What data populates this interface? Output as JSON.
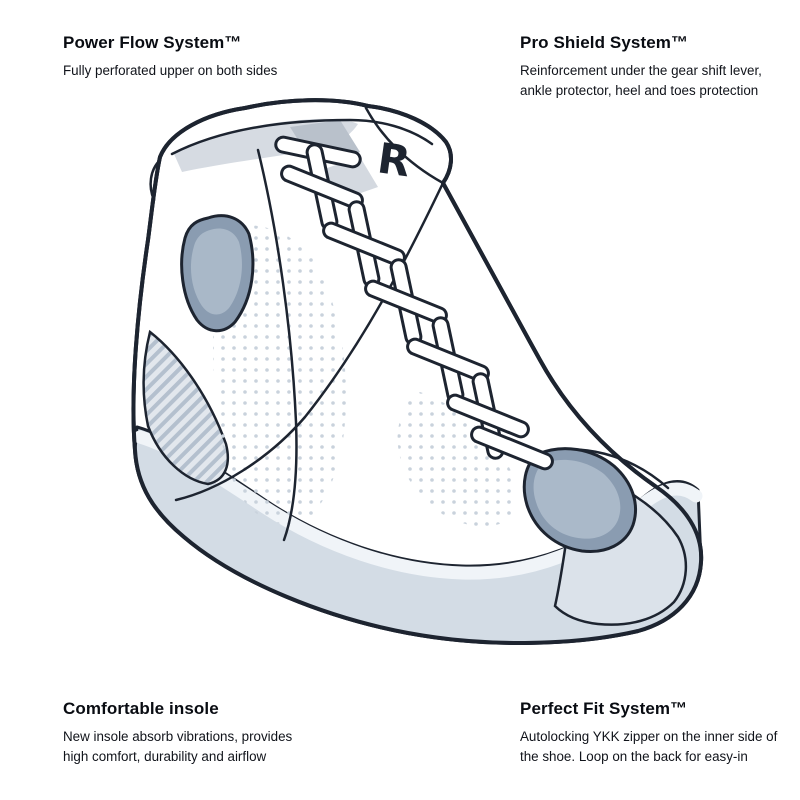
{
  "features": {
    "top_left": {
      "title": "Power Flow System™",
      "description": "Fully perforated upper on both sides"
    },
    "top_right": {
      "title": "Pro Shield System™",
      "description": "Reinforcement under the gear shift lever, ankle protector, heel and toes protection"
    },
    "bottom_left": {
      "title": "Comfortable insole",
      "description": "New insole absorb vibrations, provides high comfort, durability and airflow"
    },
    "bottom_right": {
      "title": "Perfect Fit System™",
      "description": "Autolocking YKK zipper on the inner side of the shoe. Loop on the back for easy-in"
    }
  },
  "illustration": {
    "subject": "high-top-sneaker-line-art",
    "logo_letter": "R",
    "colors": {
      "outline": "#1d2430",
      "slate_patch": "#8a9cb1",
      "slate_patch_light": "#a9b8c8",
      "sole": "#d3dce5",
      "sole_highlight": "#f0f4f8",
      "panel_light": "#d6dbe2",
      "hatch_stripe": "#b4c0ce",
      "perforation_dot": "#c9d2dc",
      "lace": "#ffffff"
    }
  }
}
